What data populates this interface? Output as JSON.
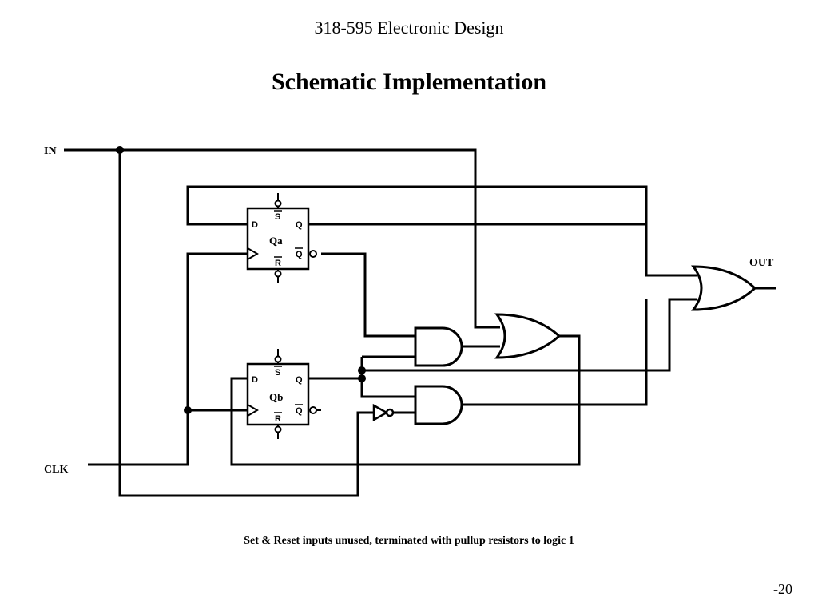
{
  "slide": {
    "course": "318-595 Electronic Design",
    "title": "Schematic Implementation",
    "note": "Set & Reset inputs unused, terminated with pullup resistors to logic 1",
    "page_number": "-20"
  },
  "signals": {
    "input": "IN",
    "clock": "CLK",
    "output": "OUT"
  },
  "flipflops": [
    {
      "name": "Qa",
      "pin_d": "D",
      "pin_s": "S",
      "pin_q": "Q",
      "pin_qbar": "Q",
      "pin_r": "R"
    },
    {
      "name": "Qb",
      "pin_d": "D",
      "pin_s": "S",
      "pin_q": "Q",
      "pin_qbar": "Q",
      "pin_r": "R"
    }
  ]
}
